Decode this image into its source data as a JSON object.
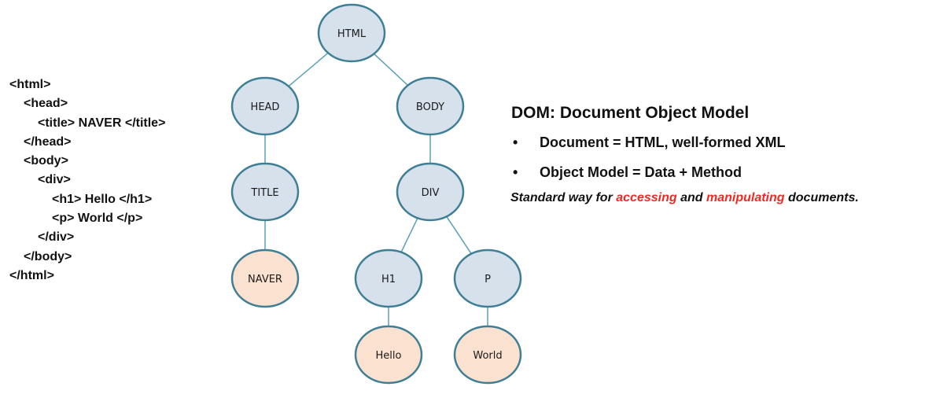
{
  "code": {
    "lines": [
      {
        "indent": 0,
        "text": "<html>"
      },
      {
        "indent": 1,
        "text": "<head>"
      },
      {
        "indent": 2,
        "text": "<title> NAVER </title>"
      },
      {
        "indent": 1,
        "text": "</head>"
      },
      {
        "indent": 1,
        "text": "<body>"
      },
      {
        "indent": 2,
        "text": "<div>"
      },
      {
        "indent": 3,
        "text": "<h1> Hello </h1>"
      },
      {
        "indent": 3,
        "text": "<p> World </p>"
      },
      {
        "indent": 2,
        "text": "</div>"
      },
      {
        "indent": 1,
        "text": "</body>"
      },
      {
        "indent": 0,
        "text": "</html>"
      }
    ]
  },
  "tree": {
    "colors": {
      "element_fill": "#d6e1ec",
      "text_fill": "#fbe1d0",
      "stroke": "#3f7f96",
      "edge": "#5aa0b8"
    },
    "nodes": [
      {
        "id": "html",
        "label": "HTML",
        "kind": "element"
      },
      {
        "id": "head",
        "label": "HEAD",
        "kind": "element"
      },
      {
        "id": "body",
        "label": "BODY",
        "kind": "element"
      },
      {
        "id": "title",
        "label": "TITLE",
        "kind": "element"
      },
      {
        "id": "div",
        "label": "DIV",
        "kind": "element"
      },
      {
        "id": "naver",
        "label": "NAVER",
        "kind": "text"
      },
      {
        "id": "h1",
        "label": "H1",
        "kind": "element"
      },
      {
        "id": "p",
        "label": "P",
        "kind": "element"
      },
      {
        "id": "hello",
        "label": "Hello",
        "kind": "text"
      },
      {
        "id": "world",
        "label": "World",
        "kind": "text"
      }
    ],
    "edges": [
      [
        "html",
        "head"
      ],
      [
        "html",
        "body"
      ],
      [
        "head",
        "title"
      ],
      [
        "title",
        "naver"
      ],
      [
        "body",
        "div"
      ],
      [
        "div",
        "h1"
      ],
      [
        "div",
        "p"
      ],
      [
        "h1",
        "hello"
      ],
      [
        "p",
        "world"
      ]
    ]
  },
  "info": {
    "title": "DOM: Document Object Model",
    "bullets": [
      "Document = HTML, well-formed XML",
      "Object Model = Data + Method"
    ],
    "bullet_glyph": "•",
    "statement": {
      "part1": "Standard way for ",
      "highlight1": "accessing",
      "part2": " and ",
      "highlight2": "manipulating",
      "part3": " documents."
    },
    "highlight_color": "#ee2a24"
  }
}
